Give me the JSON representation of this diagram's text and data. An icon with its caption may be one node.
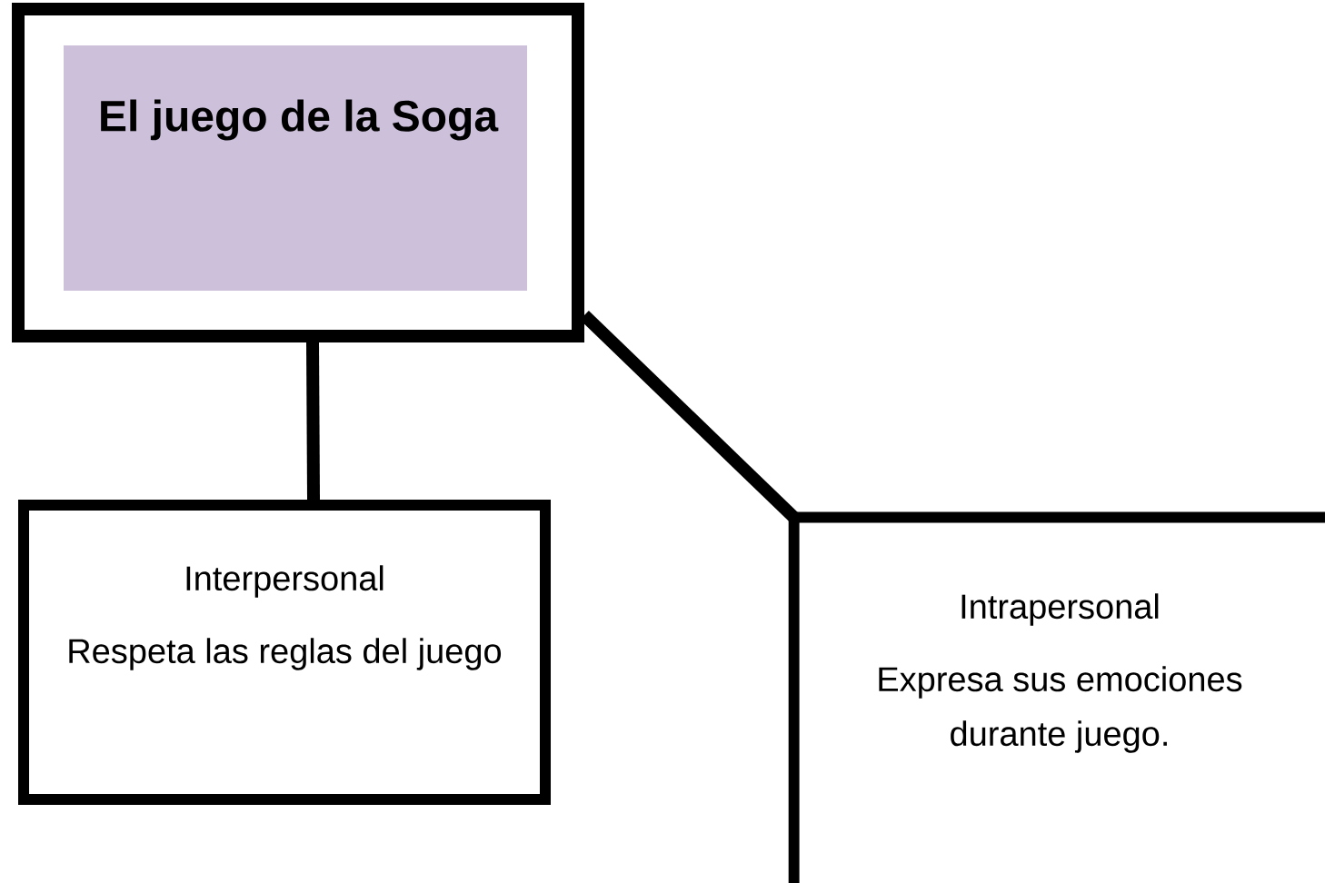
{
  "diagram": {
    "nodes": [
      {
        "text": [
          "El juego de la Soga"
        ]
      },
      {
        "text": [
          "Interpersonal",
          "Respeta las reglas del juego"
        ]
      },
      {
        "text": [
          "Intrapersonal",
          "Expresa sus emociones durante juego."
        ]
      }
    ],
    "edges": [
      {
        "from": 0,
        "to": 1,
        "arrow": "none"
      },
      {
        "from": 0,
        "to": 2,
        "arrow": "none"
      }
    ]
  }
}
